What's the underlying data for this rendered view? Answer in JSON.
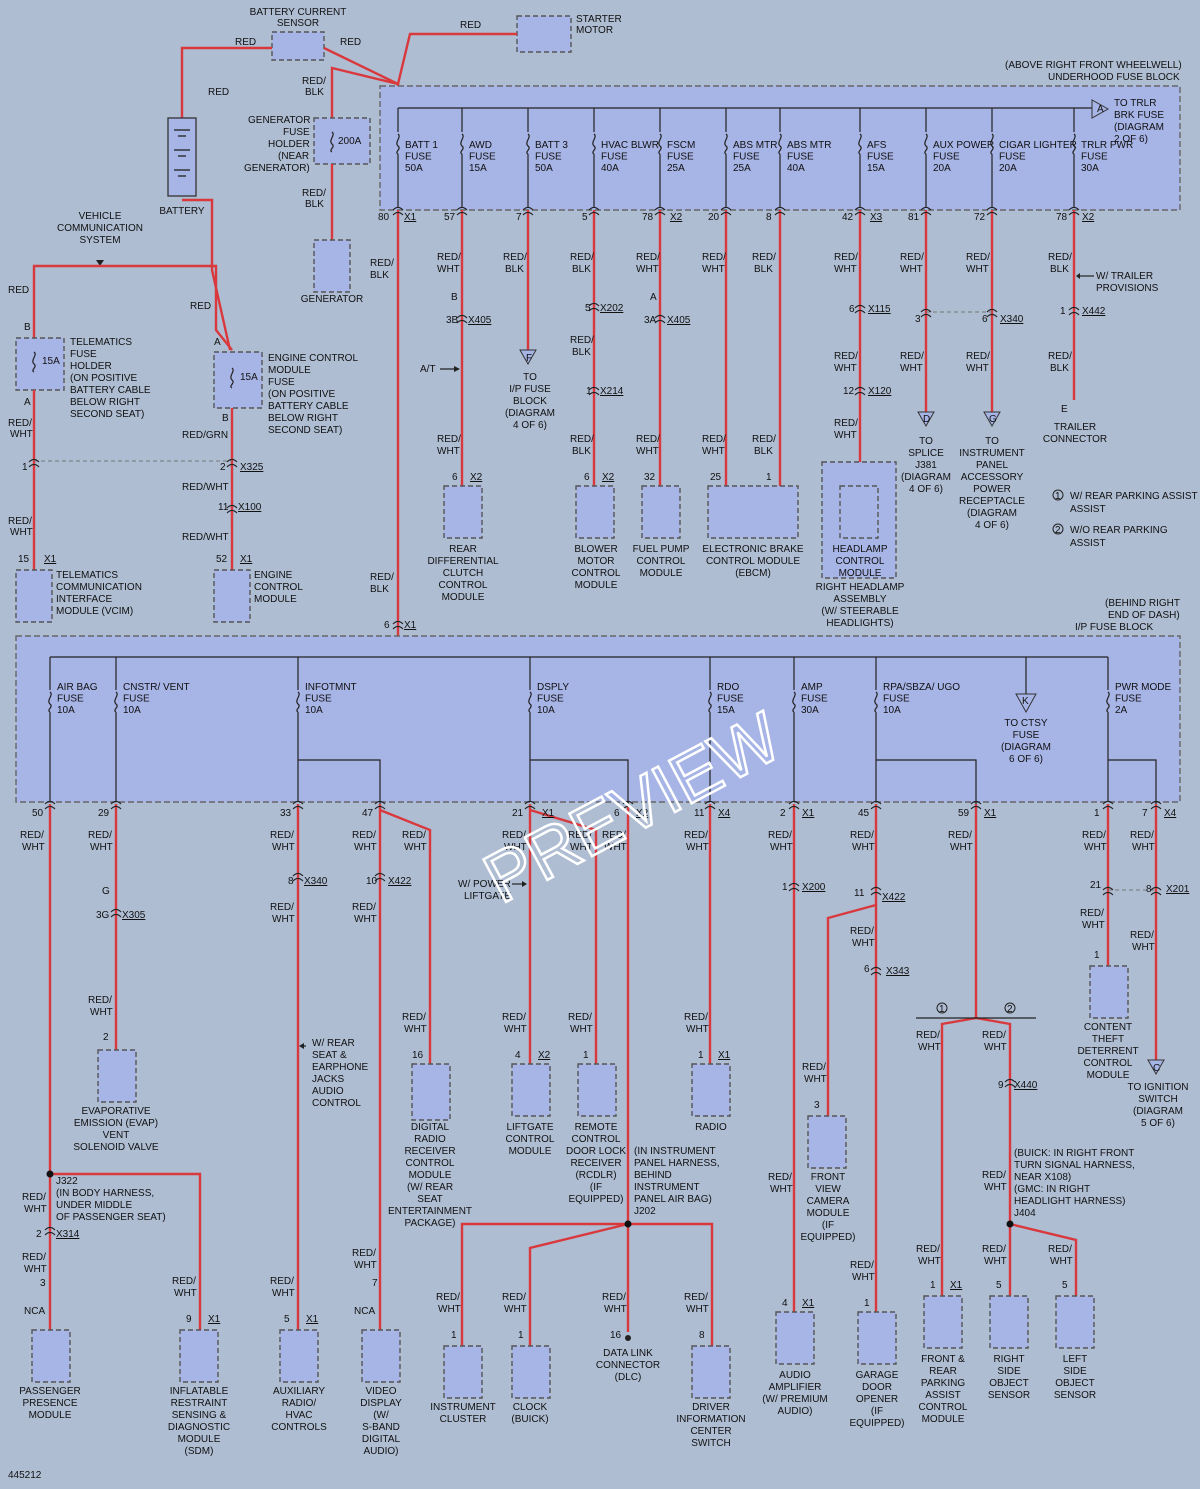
{
  "diagram_id": "445212",
  "watermark": "PREVIEW",
  "top_parts": {
    "battery_current_sensor": "BATTERY CURRENT SENSOR",
    "starter_motor": "STARTER MOTOR",
    "battery": "BATTERY",
    "generator_fuse_holder": "GENERATOR FUSE HOLDER (NEAR GENERATOR)",
    "generator_fuse_rating": "200A",
    "generator": "GENERATOR",
    "vehicle_communication_system": "VEHICLE COMMUNICATION SYSTEM",
    "telematics_fuse_holder": "TELEMATICS FUSE HOLDER (ON POSITIVE BATTERY CABLE BELOW RIGHT SECOND SEAT)",
    "ecm_fuse": "ENGINE CONTROL MODULE FUSE (ON POSITIVE BATTERY CABLE BELOW RIGHT SECOND SEAT)",
    "fuse_15a": "15A",
    "vcim": "TELEMATICS COMMUNICATION INTERFACE MODULE (VCIM)",
    "ecm": "ENGINE CONTROL MODULE"
  },
  "underhood_block": {
    "title": "(ABOVE RIGHT FRONT WHEELWELL) UNDERHOOD FUSE BLOCK",
    "fuses": [
      "BATT 1 FUSE 50A",
      "AWD FUSE 15A",
      "BATT 3 FUSE 50A",
      "HVAC BLWR FUSE 40A",
      "FSCM FUSE 25A",
      "ABS MTR FUSE 25A",
      "ABS MTR FUSE 40A",
      "AFS FUSE 15A",
      "AUX POWER FUSE 20A",
      "CIGAR LIGHTER FUSE 20A",
      "TRLR PWR FUSE 30A"
    ],
    "trlr_brk": "TO TRLR BRK FUSE (DIAGRAM 2 OF 6)"
  },
  "ip_block": {
    "title": "(BEHIND RIGHT END OF DASH) I/P FUSE BLOCK",
    "fuses": [
      "AIR BAG FUSE 10A",
      "CNSTR/ VENT FUSE 10A",
      "INFOTMNT FUSE 10A",
      "DSPLY FUSE 10A",
      "RDO FUSE 15A",
      "AMP FUSE 30A",
      "RPA/SBZA/ UGO FUSE 10A",
      "PWR MODE FUSE 2A"
    ],
    "ctsy": "TO CTSY FUSE (DIAGRAM 6 OF 6)"
  },
  "mid_components": {
    "rear_diff": "REAR DIFFERENTIAL CLUTCH CONTROL MODULE",
    "ip_fuse_block": "TO I/P FUSE BLOCK (DIAGRAM 4 OF 6)",
    "blower": "BLOWER MOTOR CONTROL MODULE",
    "fuel_pump": "FUEL PUMP CONTROL MODULE",
    "ebcm": "ELECTRONIC BRAKE CONTROL MODULE (EBCM)",
    "headlamp": "HEADLAMP CONTROL MODULE",
    "headlamp_assy": "RIGHT HEADLAMP ASSEMBLY (W/ STEERABLE HEADLIGHTS)",
    "splice": "TO SPLICE J381 (DIAGRAM 4 OF 6)",
    "ipar": "TO INSTRUMENT PANEL ACCESSORY POWER RECEPTACLE (DIAGRAM 4 OF 6)",
    "trailer": "TRAILER CONNECTOR",
    "trailer_prov": "W/ TRAILER PROVISIONS",
    "at": "A/T",
    "note1": "W/ REAR PARKING ASSIST",
    "note2": "W/O REAR PARKING ASSIST"
  },
  "bottom_components": {
    "evap": "EVAPORATIVE EMISSION (EVAP) VENT SOLENOID VALVE",
    "rear_seat": "W/ REAR SEAT & EARPHONE JACKS AUDIO CONTROL",
    "digital_radio": "DIGITAL RADIO RECEIVER CONTROL MODULE (W/ REAR SEAT ENTERTAINMENT PACKAGE)",
    "power_liftgate": "W/ POWER LIFTGATE",
    "liftgate": "LIFTGATE CONTROL MODULE",
    "rcdlr": "REMOTE CONTROL DOOR LOCK RECEIVER (RCDLR) (IF EQUIPPED)",
    "radio": "RADIO",
    "front_camera": "FRONT VIEW CAMERA MODULE (IF EQUIPPED)",
    "content_theft": "CONTENT THEFT DETERRENT CONTROL MODULE",
    "ignition": "TO IGNITION SWITCH (DIAGRAM 5 OF 6)",
    "j322": "J322 (IN BODY HARNESS, UNDER MIDDLE OF PASSENGER SEAT)",
    "j202": "(IN INSTRUMENT PANEL HARNESS, BEHIND INSTRUMENT PANEL AIR BAG) J202",
    "j404": "(BUICK: IN RIGHT FRONT TURN SIGNAL HARNESS, NEAR X108) (GMC: IN RIGHT HEADLIGHT HARNESS) J404",
    "passenger": "PASSENGER PRESENCE MODULE",
    "sdm": "INFLATABLE RESTRAINT SENSING & DIAGNOSTIC MODULE (SDM)",
    "aux_radio": "AUXILIARY RADIO/ HVAC CONTROLS",
    "video": "VIDEO DISPLAY (W/ S-BAND DIGITAL AUDIO)",
    "cluster": "INSTRUMENT CLUSTER",
    "clock": "CLOCK (BUICK)",
    "dlc": "DATA LINK CONNECTOR (DLC)",
    "dic": "DRIVER INFORMATION CENTER SWITCH",
    "amp": "AUDIO AMPLIFIER (W/ PREMIUM AUDIO)",
    "garage": "GARAGE DOOR OPENER (IF EQUIPPED)",
    "parking": "FRONT & REAR PARKING ASSIST CONTROL MODULE",
    "right_obj": "RIGHT SIDE OBJECT SENSOR",
    "left_obj": "LEFT SIDE OBJECT SENSOR",
    "nca": "NCA"
  },
  "wire_colors": {
    "red": "#d9383d",
    "component": "#a7b4e6",
    "background": "#aebdd2"
  }
}
